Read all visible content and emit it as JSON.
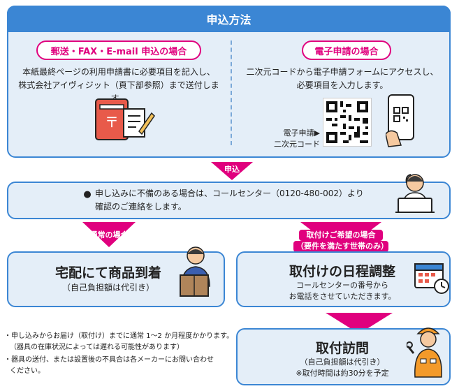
{
  "header": {
    "title": "申込方法"
  },
  "left": {
    "pill": "郵送・FAX・E-mail 申込の場合",
    "line1": "本紙最終ページの利用申請書に必要項目を記入し、",
    "line2": "株式会社アイヴィジット（頁下部参照）まで送付します。"
  },
  "right": {
    "pill": "電子申請の場合",
    "line1": "二次元コードから電子申請フォームにアクセスし、",
    "line2": "必要項目を入力します。",
    "qr_label1": "電子申請▶",
    "qr_label2": "二次元コード"
  },
  "arrow1": {
    "label": "申込"
  },
  "confirm": {
    "line1": "申し込みに不備のある場合は、コールセンター（0120-480-002）より",
    "line2": "確認のご連絡をします。"
  },
  "branch_left": {
    "label": "通常の場合"
  },
  "branch_right": {
    "label1": "取付けご希望の場合",
    "label2": "（要件を満たす世帯のみ）"
  },
  "delivery": {
    "title": "宅配にて商品到着",
    "sub": "（自己負担額は代引き）"
  },
  "schedule": {
    "title": "取付けの日程調整",
    "sub1": "コールセンターの番号から",
    "sub2": "お電話をさせていただきます。"
  },
  "visit": {
    "title": "取付訪問",
    "sub1": "（自己負担額は代引き）",
    "sub2": "※取付時間は約30分を予定"
  },
  "notes": {
    "n1a": "・申し込みからお届け（取付け）までに通常 1〜2 か月程度かかります。",
    "n1b": "（器具の在庫状況によっては遅れる可能性があります）",
    "n2a": "・器具の送付、または設置後の不具合は各メーカーにお問い合わせ",
    "n2b": "ください。"
  },
  "colors": {
    "blue": "#3b86d4",
    "light": "#e4eef8",
    "magenta": "#e0007e"
  }
}
